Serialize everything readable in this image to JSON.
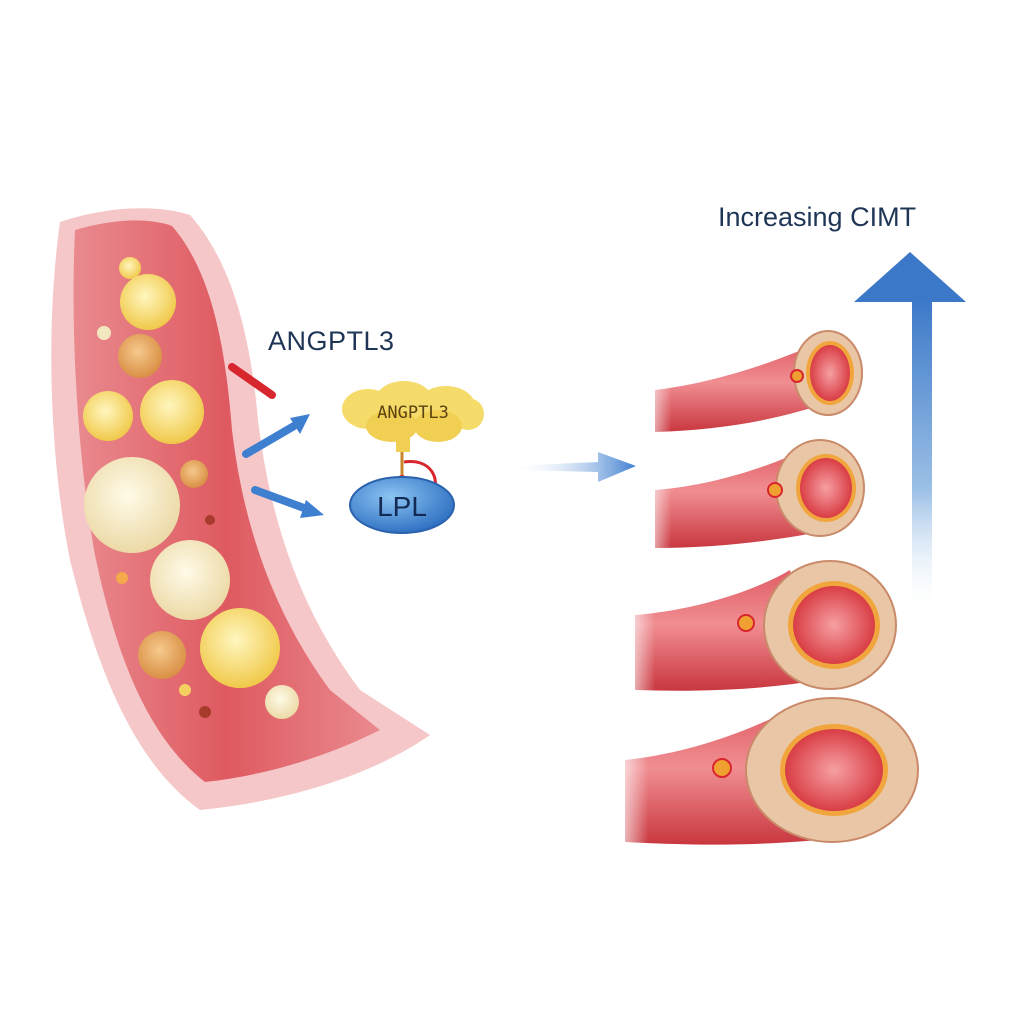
{
  "labels": {
    "angptl3_label": "ANGPTL3",
    "increasing_cimt": "Increasing CIMT",
    "angptl3_protein": "ANGPTL3",
    "lpl": "LPL"
  },
  "colors": {
    "vessel_red": "#d9474f",
    "vessel_wall": "#f2b6b8",
    "plaque_yellow": "#f5dc6a",
    "arrow_blue": "#3f7fd0",
    "inhibit_red": "#d8262e",
    "text_navy": "#1f3556"
  },
  "icons": [
    "inhibition-mark",
    "activation-arrow",
    "cimt-arrow"
  ],
  "vessel_sections_shown": 4
}
